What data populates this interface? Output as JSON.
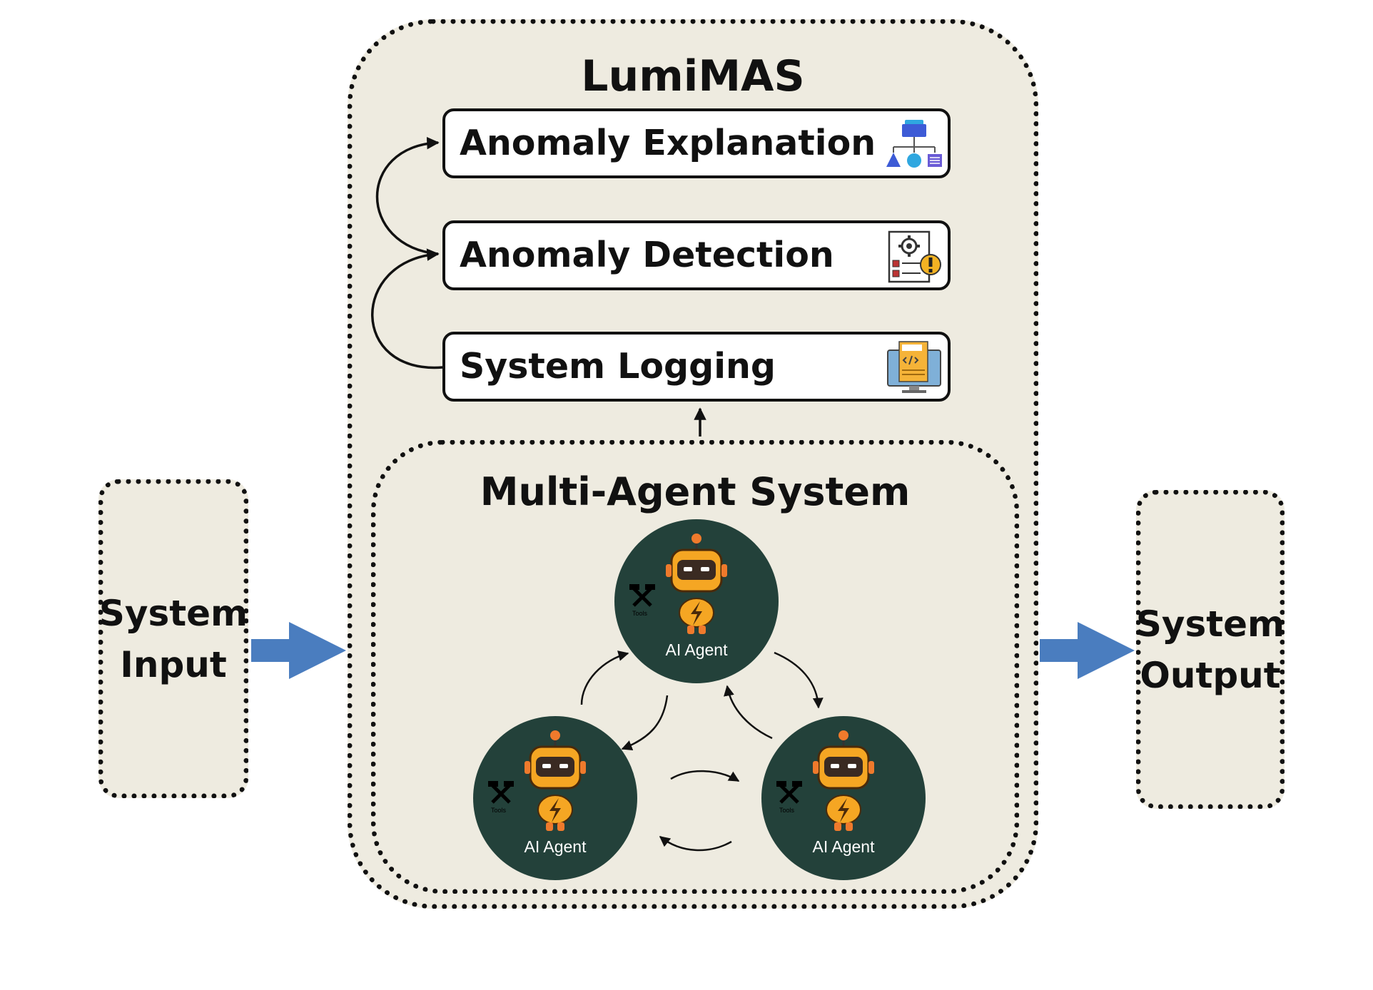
{
  "lumimas": {
    "title": "LumiMAS"
  },
  "stages": [
    {
      "label": "Anomaly Explanation",
      "icon": "hierarchy-shapes-icon"
    },
    {
      "label": "Anomaly Detection",
      "icon": "gear-warning-document-icon"
    },
    {
      "label": "System Logging",
      "icon": "logs-monitor-icon"
    }
  ],
  "mas": {
    "title": "Multi-Agent System",
    "agents": [
      {
        "label": "AI Agent",
        "tools": "Tools",
        "icon": "robot-icon"
      },
      {
        "label": "AI Agent",
        "tools": "Tools",
        "icon": "robot-icon"
      },
      {
        "label": "AI Agent",
        "tools": "Tools",
        "icon": "robot-icon"
      }
    ]
  },
  "io": {
    "input": "System\nInput",
    "output": "System\nOutput"
  },
  "colors": {
    "panel": "#eeebe0",
    "flow_arrow": "#4a7dbf",
    "agent_circle": "#23413a",
    "robot_body": "#f5a623"
  }
}
